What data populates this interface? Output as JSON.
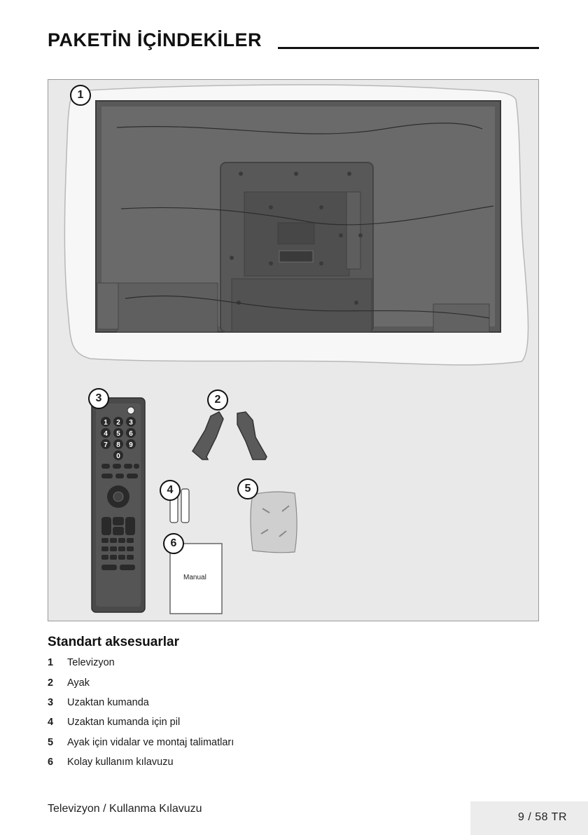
{
  "header": {
    "title": "PAKETİN İÇİNDEKİLER"
  },
  "figure": {
    "callouts": [
      "1",
      "2",
      "3",
      "4",
      "5",
      "6"
    ],
    "remote_buttons": [
      "1",
      "2",
      "3",
      "4",
      "5",
      "6",
      "7",
      "8",
      "9",
      "0"
    ],
    "manual_label": "Manual"
  },
  "accessories": {
    "heading": "Standart aksesuarlar",
    "items": [
      {
        "num": "1",
        "label": "Televizyon"
      },
      {
        "num": "2",
        "label": "Ayak"
      },
      {
        "num": "3",
        "label": "Uzaktan kumanda"
      },
      {
        "num": "4",
        "label": "Uzaktan kumanda için pil"
      },
      {
        "num": "5",
        "label": "Ayak için vidalar ve montaj talimatları"
      },
      {
        "num": "6",
        "label": "Kolay kullanım kılavuzu"
      }
    ]
  },
  "footer": {
    "doc_title": "Televizyon / Kullanma Kılavuzu",
    "page": "9 / 58  TR"
  }
}
